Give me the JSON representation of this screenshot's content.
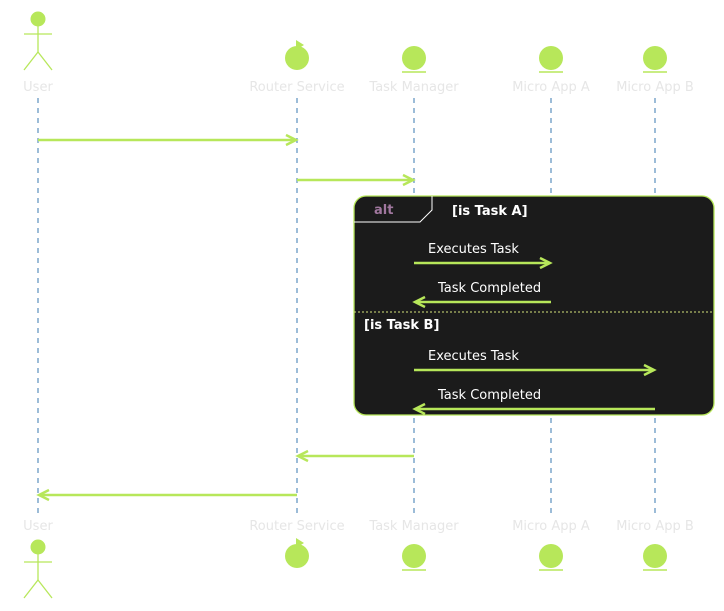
{
  "colors": {
    "accent": "#b7e75a",
    "lifeline": "#3a7ab0",
    "participant_text": "#e6e6e6",
    "frame_bg": "#1b1b1b",
    "frame_border": "#b7e75a",
    "keyword": "#a0779e",
    "frame_text": "#ffffff",
    "divider": "#d6e37b"
  },
  "participants": [
    {
      "id": "user",
      "label": "User",
      "shape": "actor"
    },
    {
      "id": "router",
      "label": "Router Service",
      "shape": "control"
    },
    {
      "id": "taskmgr",
      "label": "Task Manager",
      "shape": "entity"
    },
    {
      "id": "appA",
      "label": "Micro App A",
      "shape": "entity"
    },
    {
      "id": "appB",
      "label": "Micro App B",
      "shape": "entity"
    }
  ],
  "messages": [
    {
      "from": "user",
      "to": "router",
      "label": ""
    },
    {
      "from": "router",
      "to": "taskmgr",
      "label": ""
    },
    {
      "from": "taskmgr",
      "to": "appA",
      "label": "Executes Task"
    },
    {
      "from": "appA",
      "to": "taskmgr",
      "label": "Task Completed"
    },
    {
      "from": "taskmgr",
      "to": "appB",
      "label": "Executes Task"
    },
    {
      "from": "appB",
      "to": "taskmgr",
      "label": "Task Completed"
    },
    {
      "from": "taskmgr",
      "to": "router",
      "label": ""
    },
    {
      "from": "router",
      "to": "user",
      "label": ""
    }
  ],
  "alt_frame": {
    "keyword": "alt",
    "guards": [
      "[is Task A]",
      "[is Task B]"
    ]
  }
}
